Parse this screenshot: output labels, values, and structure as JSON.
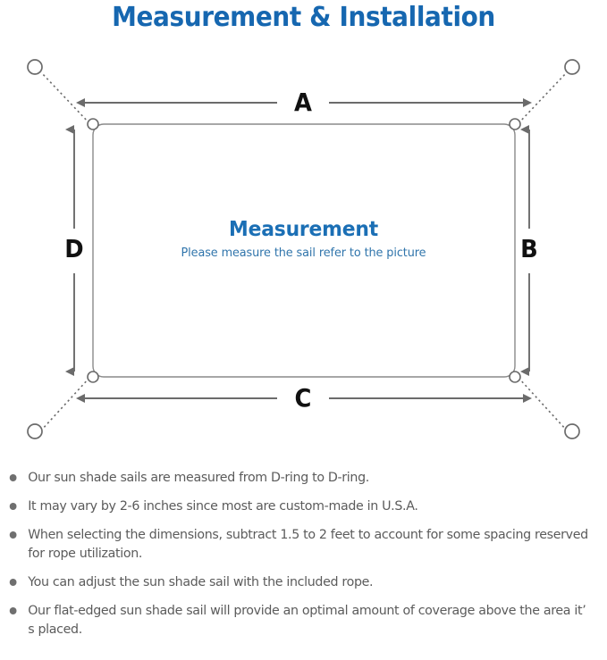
{
  "header": {
    "title": "Measurement & Installation",
    "title_color": "#1667b0"
  },
  "diagram": {
    "name": "sun-shade-sail-measurement-diagram",
    "sail_title": "Measurement",
    "sail_subtitle": "Please measure the sail refer to the picture",
    "sail_title_color": "#1b6fb5",
    "sail_subtitle_color": "#2f74ab",
    "line_color": "#6b6b6b",
    "sail_border_color": "#8a8a8a",
    "labels": {
      "top": "A",
      "right": "B",
      "bottom": "C",
      "left": "D"
    },
    "hardware": {
      "d_ring_count": 4,
      "anchor_point_count": 4,
      "rope_style": "dotted"
    }
  },
  "notes": [
    "Our sun shade sails are measured from D-ring to D-ring.",
    "It may vary by 2-6 inches since most are custom-made in U.S.A.",
    "When selecting the dimensions, subtract 1.5 to 2 feet to account for some spacing reserved for rope utilization.",
    "You can adjust the sun shade sail with the included rope.",
    "Our flat-edged sun shade sail will provide an optimal amount of coverage above the area it’  s placed."
  ]
}
